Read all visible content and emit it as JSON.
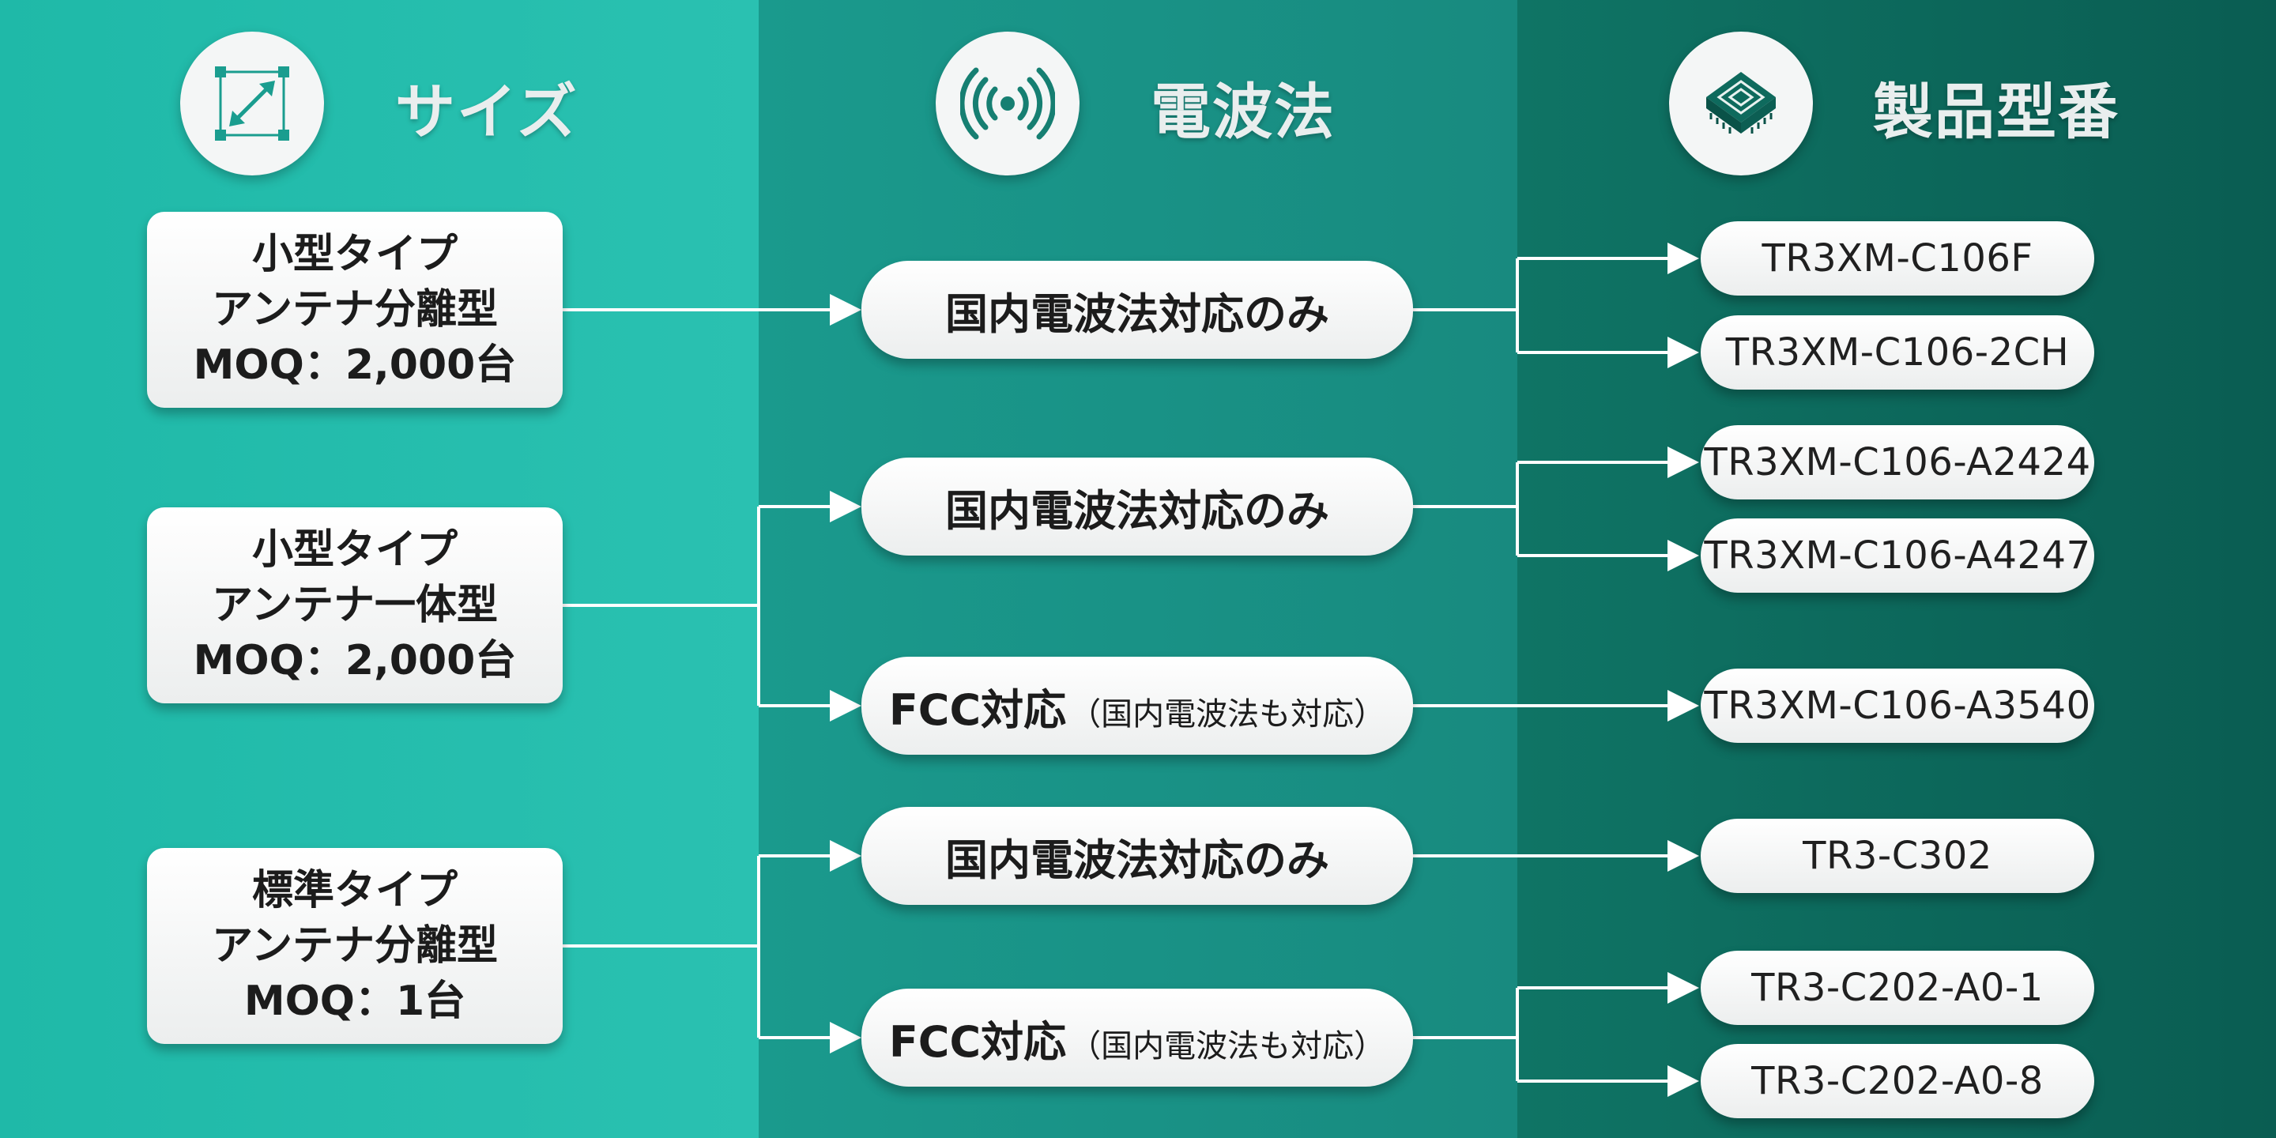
{
  "headers": {
    "size": {
      "title": "サイズ",
      "icon": "resize-arrows-icon"
    },
    "radio": {
      "title": "電波法",
      "icon": "wireless-signal-icon"
    },
    "model": {
      "title": "製品型番",
      "icon": "microchip-icon"
    }
  },
  "sizes": [
    {
      "line1": "小型タイプ",
      "line2": "アンテナ分離型",
      "line3": "MOQ：2,000台"
    },
    {
      "line1": "小型タイプ",
      "line2": "アンテナ一体型",
      "line3": "MOQ：2,000台"
    },
    {
      "line1": "標準タイプ",
      "line2": "アンテナ分離型",
      "line3": "MOQ：1台"
    }
  ],
  "radio": [
    {
      "label": "国内電波法対応のみ",
      "sub": ""
    },
    {
      "label": "国内電波法対応のみ",
      "sub": ""
    },
    {
      "label": "FCC対応",
      "sub": "（国内電波法も対応）"
    },
    {
      "label": "国内電波法対応のみ",
      "sub": ""
    },
    {
      "label": "FCC対応",
      "sub": "（国内電波法も対応）"
    }
  ],
  "models": [
    "TR3XM-C106F",
    "TR3XM-C106-2CH",
    "TR3XM-C106-A2424",
    "TR3XM-C106-A4247",
    "TR3XM-C106-A3540",
    "TR3-C302",
    "TR3-C202-A0-1",
    "TR3-C202-A0-8"
  ],
  "colors": {
    "col1": "#24bdad",
    "col2": "#19928a",
    "col3": "#0c685b",
    "box": "#f4f5f5",
    "connector": "#ffffff"
  }
}
